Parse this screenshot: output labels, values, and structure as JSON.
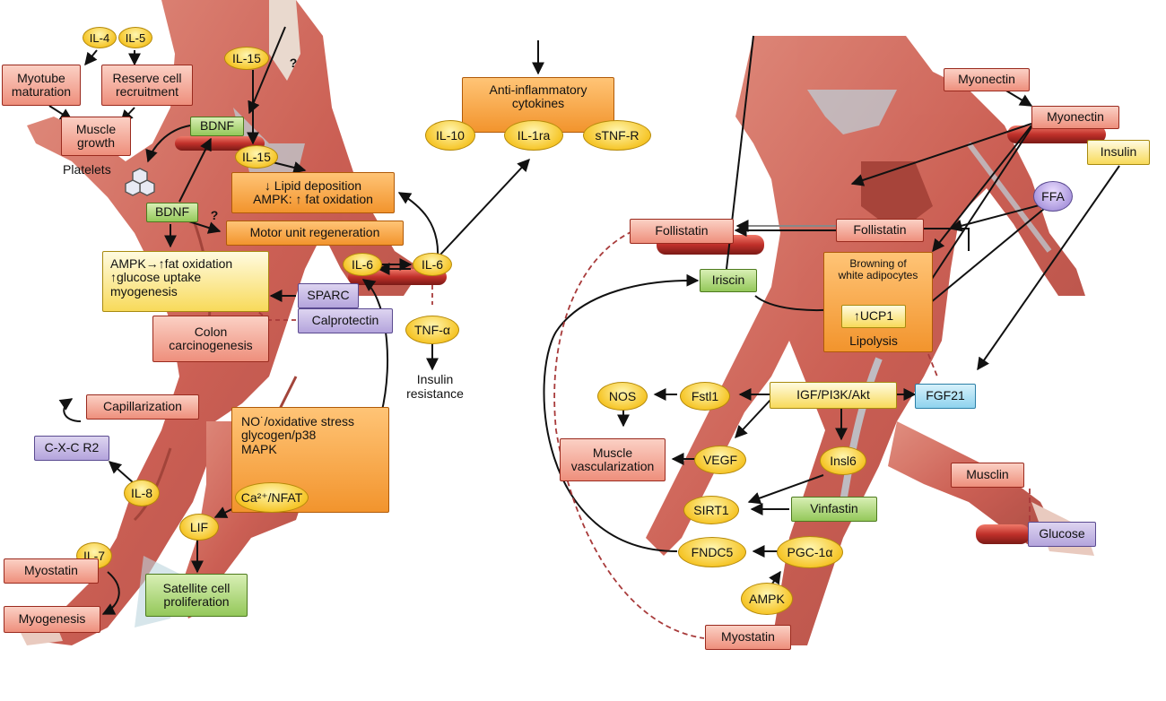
{
  "left": {
    "il4": "IL-4",
    "il5": "IL-5",
    "myotube_maturation": "Myotube\nmaturation",
    "reserve_cell": "Reserve cell\nrecruitment",
    "muscle_growth": "Muscle\ngrowth",
    "il15_top": "IL-15",
    "question_top": "?",
    "bdnf_top": "BDNF",
    "il15_mid": "IL-15",
    "platelets": "Platelets",
    "lipid_box": "↓ Lipid deposition\nAMPK: ↑ fat oxidation",
    "bdnf_left": "BDNF",
    "question_mid": "?",
    "motor_unit": "Motor unit regeneration",
    "il6_a": "IL-6",
    "il6_b": "IL-6",
    "ampk_box": "AMPK→↑fat oxidation\n↑glucose uptake\nmyogenesis",
    "sparc": "SPARC",
    "calprotectin": "Calprotectin",
    "colon": "Colon\ncarcinogenesis",
    "tnf": "TNF-α",
    "insulin_resistance": "Insulin\nresistance",
    "capillarization": "Capillarization",
    "cxcr2": "C-X-C R2",
    "il8": "IL-8",
    "no_box": "NO˙/oxidative stress\nglycogen/p38\nMAPK",
    "ca_nfat": "Ca²⁺/NFAT",
    "lif": "LIF",
    "il7": "IL-7",
    "myostatin": "Myostatin",
    "myogenesis": "Myogenesis",
    "satellite": "Satellite cell\nproliferation"
  },
  "center": {
    "anti_inflam": "Anti-inflammatory\ncytokines",
    "il10": "IL-10",
    "il1ra": "IL-1ra",
    "stnfr": "sTNF-R"
  },
  "right": {
    "myonectin_a": "Myonectin",
    "myonectin_b": "Myonectin",
    "insulin": "Insulin",
    "ffa": "FFA",
    "follistatin_left": "Follistatin",
    "follistatin_right": "Follistatin",
    "browning": "Browning of\nwhite adipocytes",
    "iriscin": "Iriscin",
    "ucp1": "↑UCP1",
    "lipolysis": "Lipolysis",
    "nos": "NOS",
    "fstl1": "Fstl1",
    "igf": "IGF/PI3K/Akt",
    "fgf21": "FGF21",
    "muscle_vasc": "Muscle\nvascularization",
    "vegf": "VEGF",
    "insl6": "Insl6",
    "musclin": "Musclin",
    "sirt1": "SIRT1",
    "vinfastin": "Vinfastin",
    "glucose": "Glucose",
    "fndc5": "FNDC5",
    "pgc": "PGC-1α",
    "ampk": "AMPK",
    "myostatin": "Myostatin"
  },
  "colors": {
    "muscle": "#c9574b",
    "muscle_dark": "#9e3a30",
    "tendon": "#b9d2dc",
    "arrow": "#111111",
    "inhibit": "#a83a3a"
  }
}
